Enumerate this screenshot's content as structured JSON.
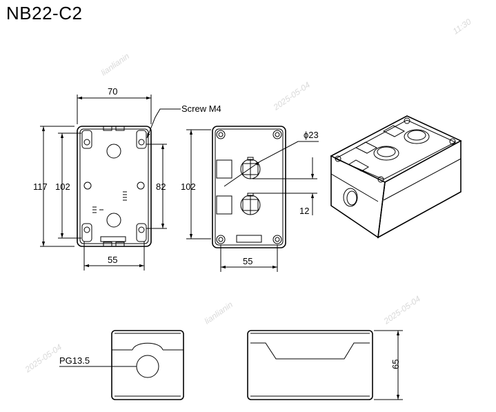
{
  "title": "NB22-C2",
  "front_view": {
    "width": "70",
    "height_outer": "117",
    "height_inner": "102",
    "height_right": "82",
    "bottom_width": "55",
    "screw_label": "Screw M4"
  },
  "back_view": {
    "diameter": "ϕ23",
    "height": "102",
    "bottom_width": "55",
    "spacing": "12"
  },
  "side_views": {
    "gland_label": "PG13.5",
    "height": "65"
  },
  "watermark": {
    "text_a": "lianlianin",
    "text_b": "2025-05-04",
    "text_c": "11:30"
  }
}
